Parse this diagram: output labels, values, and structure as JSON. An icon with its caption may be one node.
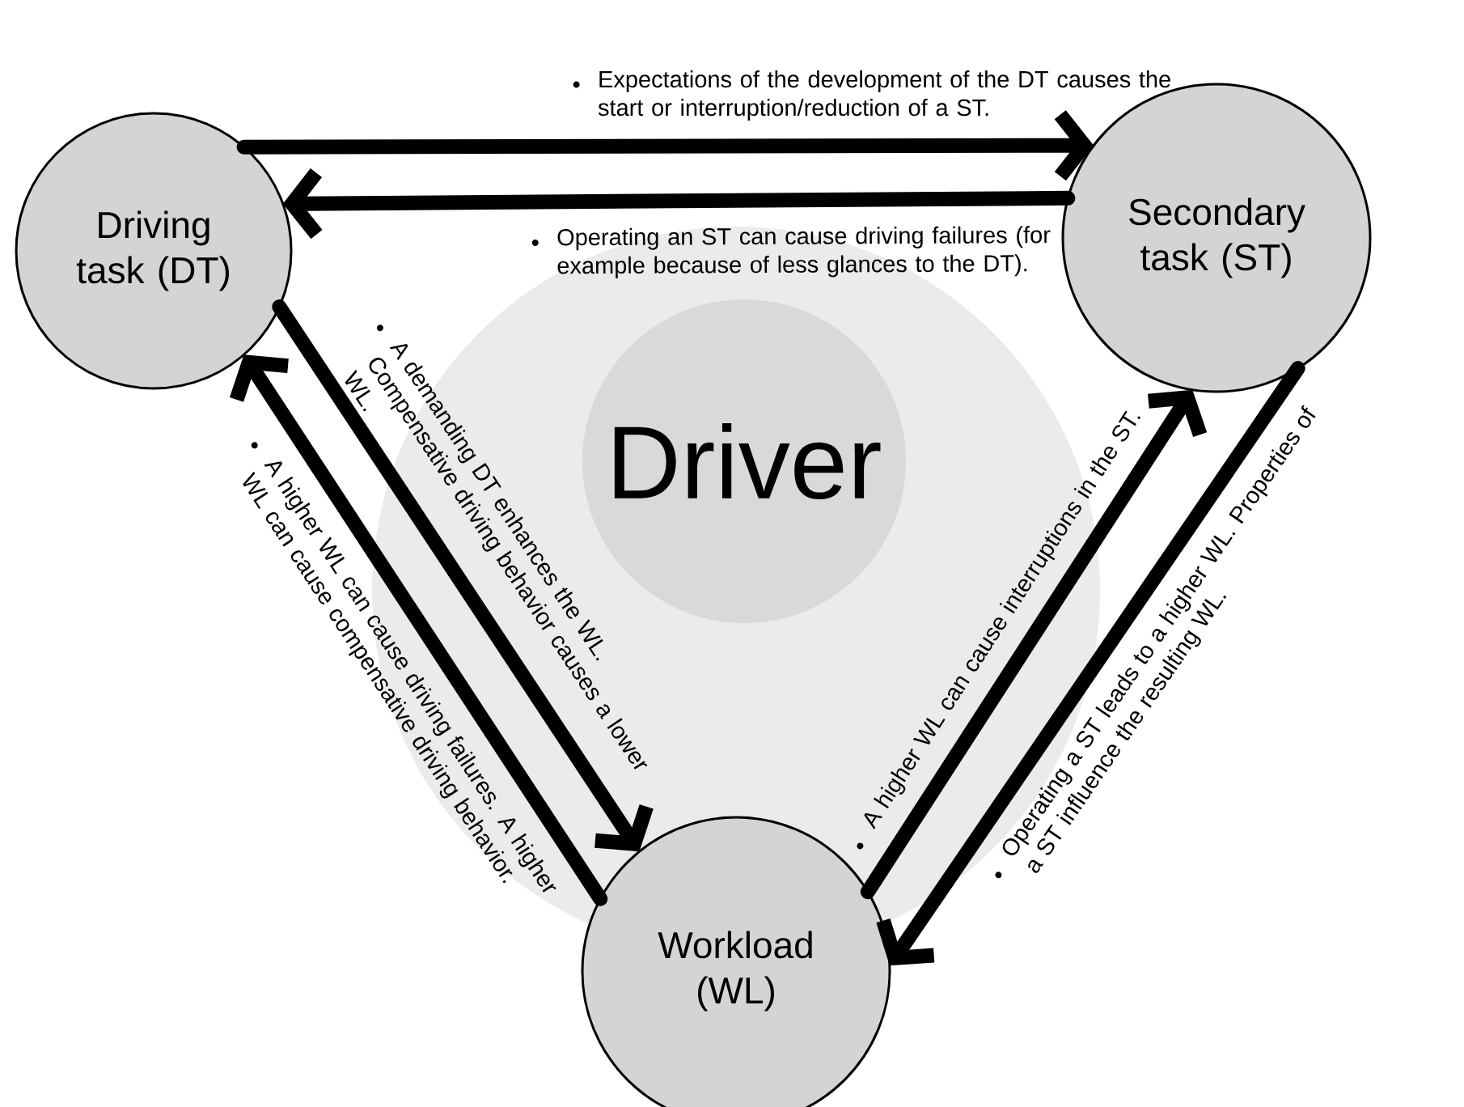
{
  "diagram": {
    "nodes": [
      {
        "text": [
          "Driving task (DT)"
        ]
      },
      {
        "text": [
          "Secondary task (ST)"
        ]
      },
      {
        "text": [
          "Workload (WL)"
        ]
      },
      {
        "text": [
          "Driver"
        ]
      }
    ],
    "edges": [
      {
        "from": 0,
        "to": 1,
        "arrow": "to",
        "label": "Expectations of the development of the DT causes the start or interruption/reduction of a ST."
      },
      {
        "from": 1,
        "to": 0,
        "arrow": "to",
        "label": "Operating an ST can cause driving failures (for example because of less glances to the DT)."
      },
      {
        "from": 0,
        "to": 2,
        "arrow": "to",
        "label": "A demanding DT enhances the WL. Compensative driving behavior causes a lower WL."
      },
      {
        "from": 2,
        "to": 0,
        "arrow": "to",
        "label": "A higher WL can cause driving failures. A higher WL can cause compensative driving behavior."
      },
      {
        "from": 2,
        "to": 1,
        "arrow": "to",
        "label": "A higher WL can cause interruptions in the ST."
      },
      {
        "from": 1,
        "to": 2,
        "arrow": "to",
        "label": "Operating a ST leads to a higher WL. Properties of a ST influence the resulting WL."
      }
    ]
  }
}
